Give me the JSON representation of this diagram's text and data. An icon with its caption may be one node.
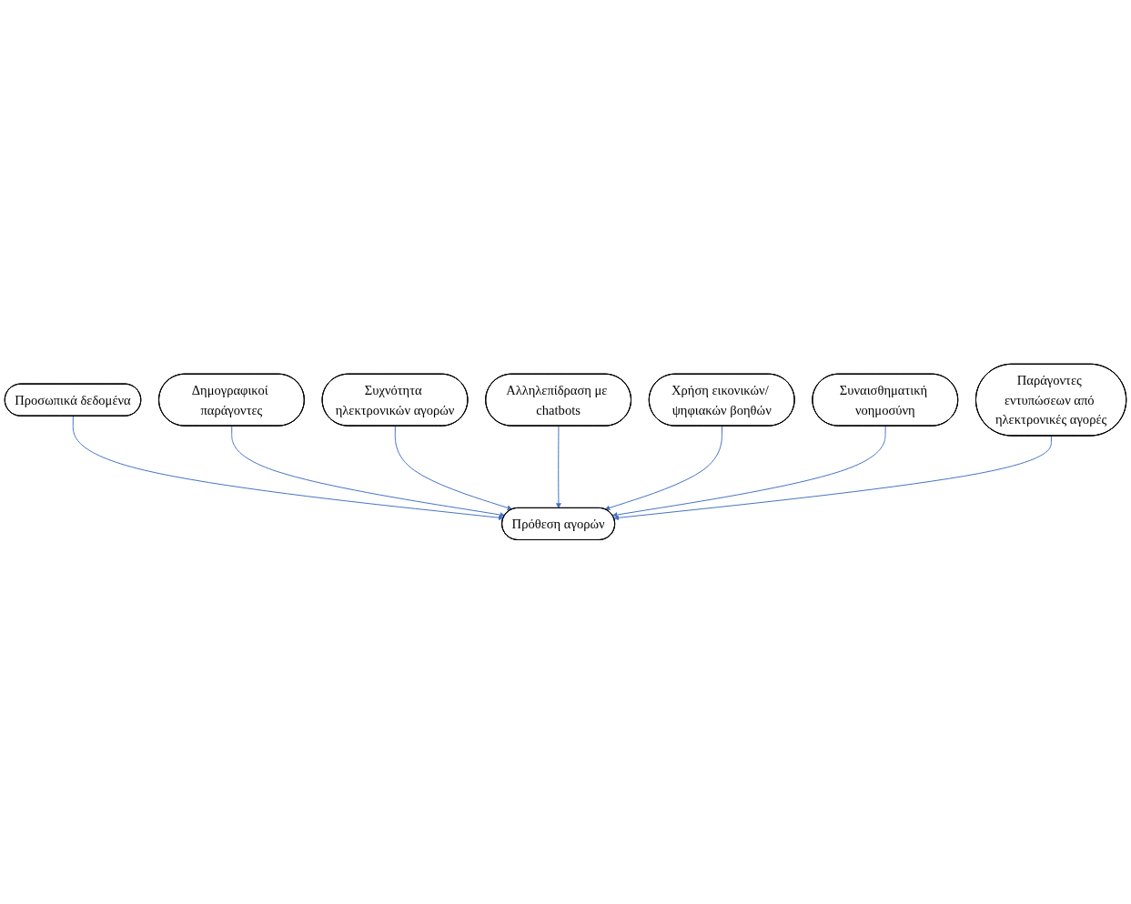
{
  "diagram": {
    "nodes": [
      {
        "text": [
          "Προσωπικά δεδομένα"
        ]
      },
      {
        "text": [
          "Δημογραφικοί παράγοντες"
        ]
      },
      {
        "text": [
          "Συχνότητα ηλεκτρονικών αγορών"
        ]
      },
      {
        "text": [
          "Πρόθεση αγορών"
        ]
      },
      {
        "text": [
          "Αλληλεπίδραση με chatbots"
        ]
      },
      {
        "text": [
          "Χρήση εικονικών/ ψηφιακών βοηθών"
        ]
      },
      {
        "text": [
          "Συναισθηματική νοημοσύνη"
        ]
      },
      {
        "text": [
          "Παράγοντες εντυπώσεων από ηλεκτρονικές αγορές"
        ]
      }
    ],
    "edges": [
      {
        "from": 0,
        "to": 3,
        "arrow": "to"
      },
      {
        "from": 1,
        "to": 3,
        "arrow": "to"
      },
      {
        "from": 2,
        "to": 3,
        "arrow": "to"
      },
      {
        "from": 4,
        "to": 3,
        "arrow": "to"
      },
      {
        "from": 5,
        "to": 3,
        "arrow": "to"
      },
      {
        "from": 6,
        "to": 3,
        "arrow": "to"
      },
      {
        "from": 7,
        "to": 3,
        "arrow": "to"
      }
    ]
  }
}
